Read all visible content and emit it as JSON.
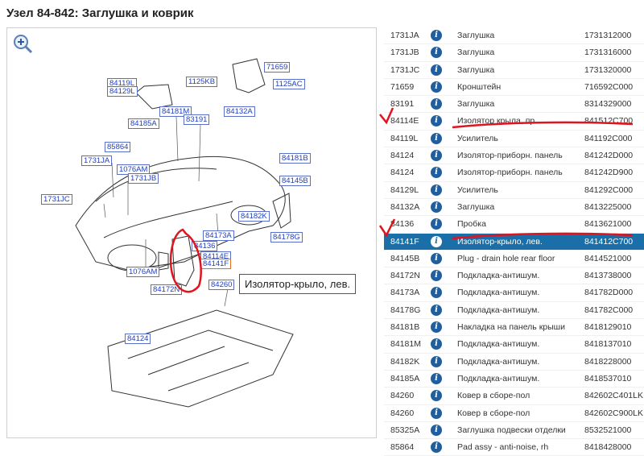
{
  "header": {
    "title": "Узел 84-842: Заглушка и коврик"
  },
  "colors": {
    "accent": "#1a6fa8",
    "callout_text": "#1f3fbf",
    "annotation_red": "#e0141e",
    "highlight": "#e07020"
  },
  "diagram": {
    "callouts": [
      "84119L",
      "84129L",
      "1125KB",
      "71659",
      "1125AC",
      "84181M",
      "83191",
      "84132A",
      "84185A",
      "85864",
      "1731JA",
      "1076AM",
      "1731JB",
      "84181B",
      "84145B",
      "1731JC",
      "84182K",
      "84173A",
      "84178G",
      "84136",
      "84114E",
      "84141F",
      "1076AM",
      "84172N",
      "84260",
      "84124"
    ],
    "tooltip": "Изолятор-крыло, лев."
  },
  "parts": [
    {
      "code": "1731JA",
      "name": "Заглушка",
      "number": "1731312000"
    },
    {
      "code": "1731JB",
      "name": "Заглушка",
      "number": "1731316000"
    },
    {
      "code": "1731JC",
      "name": "Заглушка",
      "number": "1731320000"
    },
    {
      "code": "71659",
      "name": "Кронштейн",
      "number": "716592C000"
    },
    {
      "code": "83191",
      "name": "Заглушка",
      "number": "8314329000"
    },
    {
      "code": "84114E",
      "name": "Изолятор крыла, пр",
      "number": "841512C700"
    },
    {
      "code": "84119L",
      "name": "Усилитель",
      "number": "841192C000"
    },
    {
      "code": "84124",
      "name": "Изолятор-приборн. панель",
      "number": "841242D000"
    },
    {
      "code": "84124",
      "name": "Изолятор-приборн. панель",
      "number": "841242D900"
    },
    {
      "code": "84129L",
      "name": "Усилитель",
      "number": "841292C000"
    },
    {
      "code": "84132A",
      "name": "Заглушка",
      "number": "8413225000"
    },
    {
      "code": "84136",
      "name": "Пробка",
      "number": "8413621000"
    },
    {
      "code": "84141F",
      "name": "Изолятор-крыло, лев.",
      "number": "841412C700"
    },
    {
      "code": "84145B",
      "name": "Plug - drain hole rear floor",
      "number": "8414521000"
    },
    {
      "code": "84172N",
      "name": "Подкладка-антишум.",
      "number": "8413738000"
    },
    {
      "code": "84173A",
      "name": "Подкладка-антишум.",
      "number": "841782D000"
    },
    {
      "code": "84178G",
      "name": "Подкладка-антишум.",
      "number": "841782C000"
    },
    {
      "code": "84181B",
      "name": "Накладка на панель крыши",
      "number": "8418129010"
    },
    {
      "code": "84181M",
      "name": "Подкладка-антишум.",
      "number": "8418137010"
    },
    {
      "code": "84182K",
      "name": "Подкладка-антишум.",
      "number": "8418228000"
    },
    {
      "code": "84185A",
      "name": "Подкладка-антишум.",
      "number": "8418537010"
    },
    {
      "code": "84260",
      "name": "Ковер в сборе-пол",
      "number": "842602C401LK"
    },
    {
      "code": "84260",
      "name": "Ковер в сборе-пол",
      "number": "842602C900LK"
    },
    {
      "code": "85325A",
      "name": "Заглушка подвески отделки",
      "number": "8532521000"
    },
    {
      "code": "85864",
      "name": "Pad assy - anti-noise, rh",
      "number": "8418428000"
    }
  ],
  "selected_index": 12
}
